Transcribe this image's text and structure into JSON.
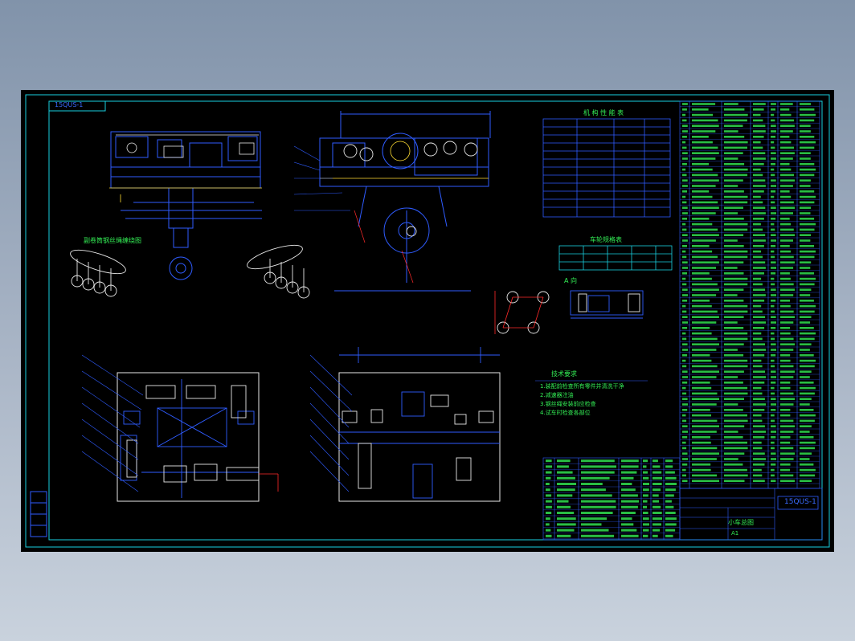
{
  "drawing": {
    "code_box_top_left": "15QUS-1",
    "code_box_title_block": "15QUS-1",
    "title_cn": "小车总图",
    "title_sub": "A1",
    "section_left_top": "副卷筒钢丝绳缠绕图",
    "section_perf_table": "机 构 性 能 表",
    "section_wheel_table": "车轮规格表",
    "section_tech_req": "技术要求",
    "section_detail_a": "A 向",
    "tech_requirements": [
      "1.装配前检查所有零件并清洗干净",
      "2.减速器注油",
      "3.钢丝绳安装前应检查",
      "4.试车时检查各部位"
    ]
  },
  "colors": {
    "background": "#000000",
    "frame": "#19d1e0",
    "geometry": "#2f5cff",
    "text": "#33ee55",
    "hatch": "#ff2a2a",
    "accent": "#ffdd33",
    "dim": "#ffffff"
  },
  "icons": {
    "page-frame": "cad-border-icon",
    "hook": "crane-hook-icon",
    "drum": "wire-drum-icon"
  }
}
